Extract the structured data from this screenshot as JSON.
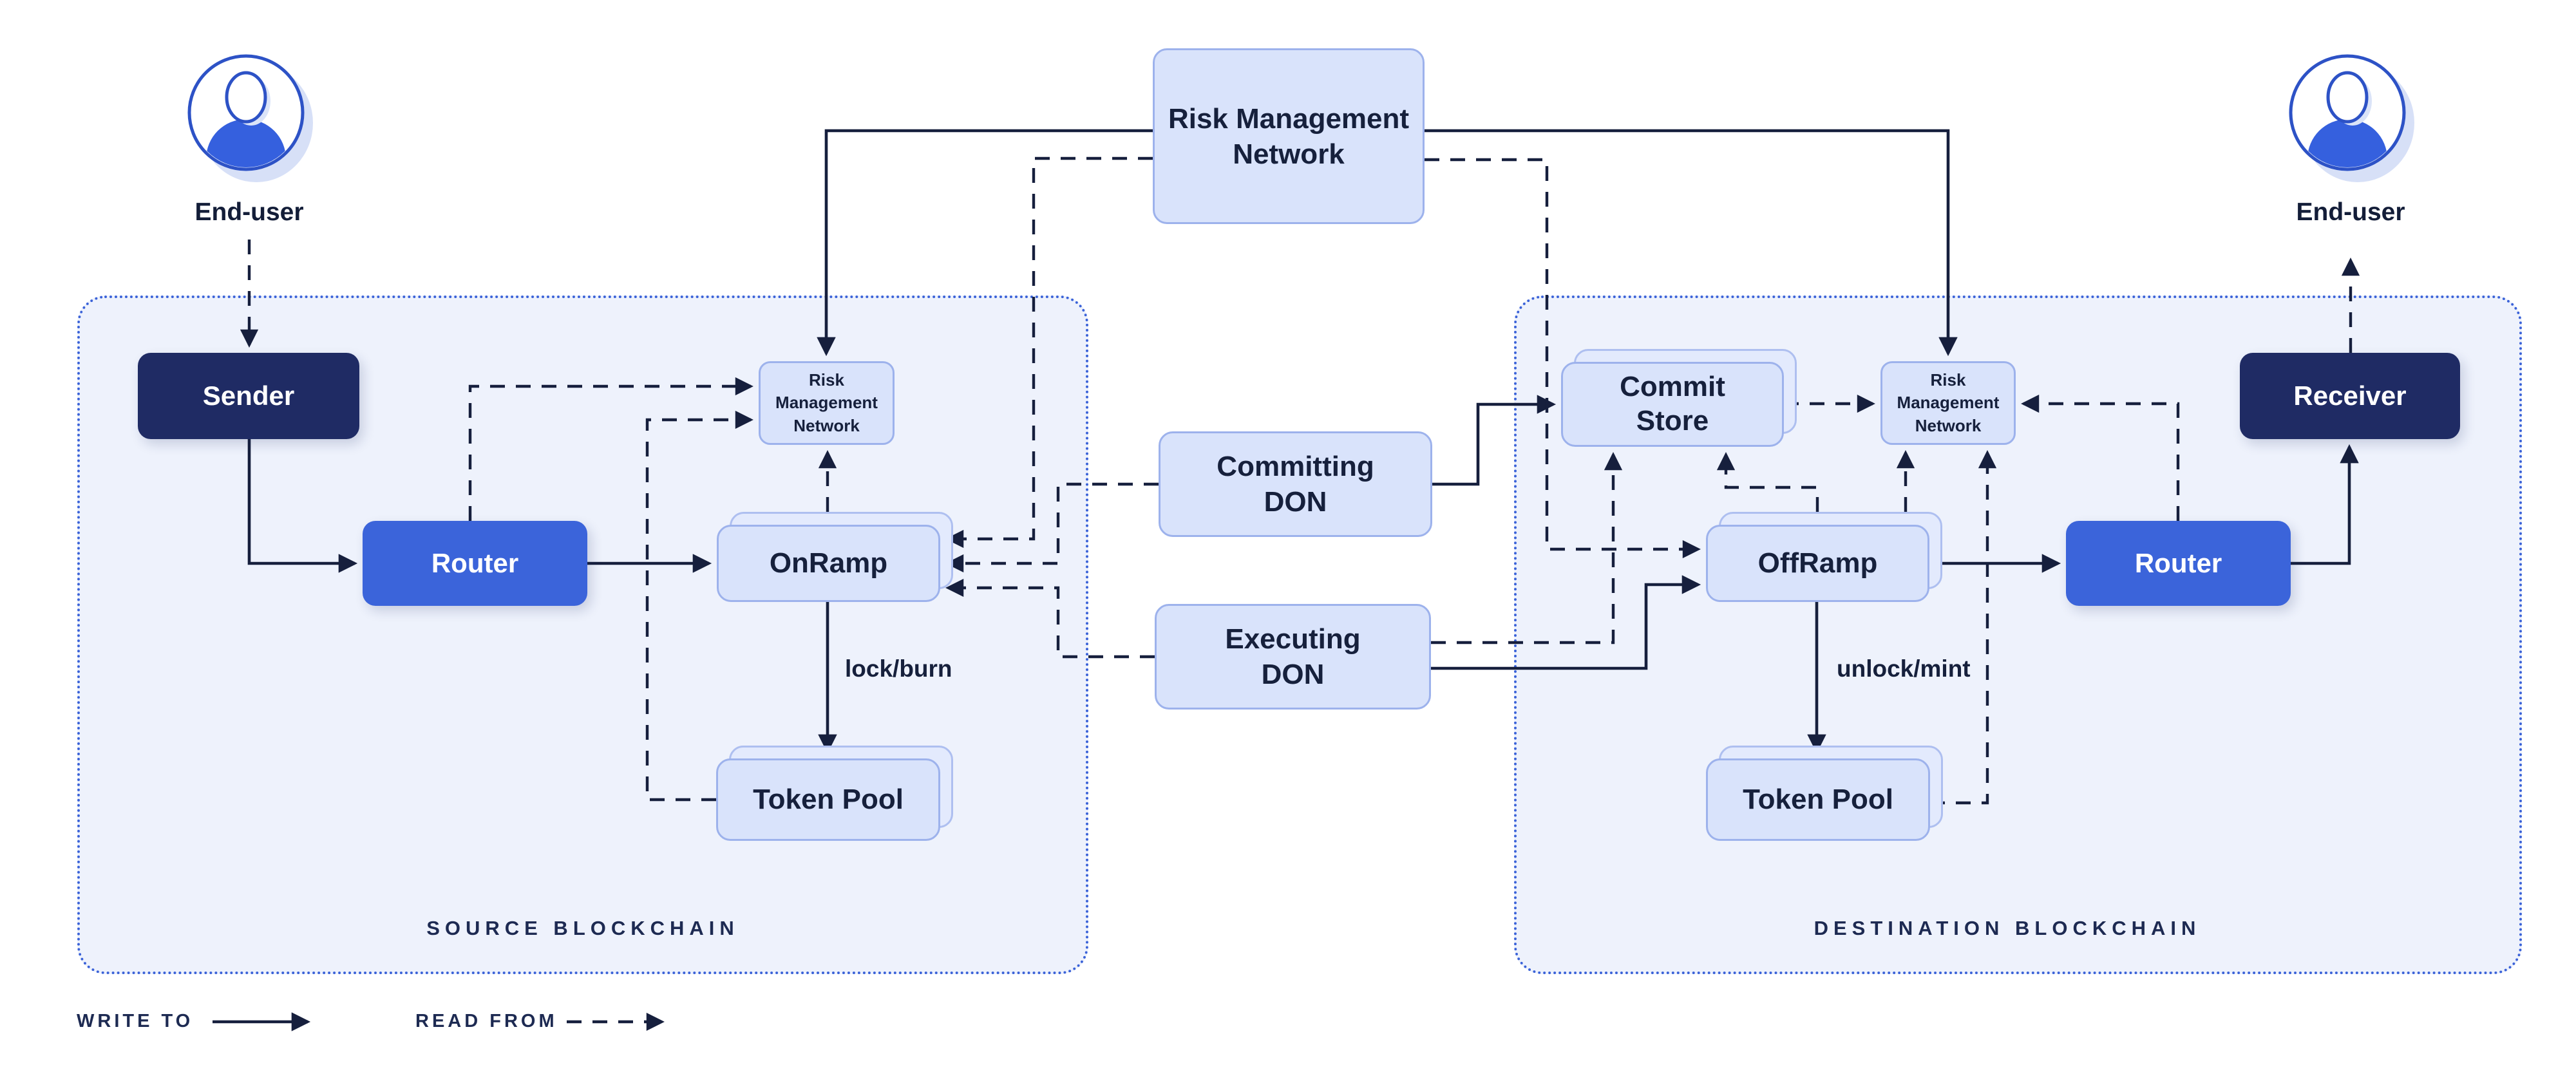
{
  "end_user_left": {
    "label": "End-user"
  },
  "end_user_right": {
    "label": "End-user"
  },
  "offchain": {
    "risk_management_network": "Risk Management\nNetwork",
    "committing_don": "Committing\nDON",
    "executing_don": "Executing\nDON"
  },
  "source_chain": {
    "section_label": "SOURCE BLOCKCHAIN",
    "sender": "Sender",
    "router": "Router",
    "onramp": "OnRamp",
    "risk_management_network": "Risk Management\nNetwork",
    "token_pool": "Token Pool",
    "lock_burn_label": "lock/burn"
  },
  "destination_chain": {
    "section_label": "DESTINATION BLOCKCHAIN",
    "commit_store": "Commit\nStore",
    "risk_management_network": "Risk Management\nNetwork",
    "offramp": "OffRamp",
    "router": "Router",
    "receiver": "Receiver",
    "token_pool": "Token Pool",
    "unlock_mint_label": "unlock/mint"
  },
  "legend": {
    "write_to": "WRITE TO",
    "read_from": "READ FROM"
  },
  "colors": {
    "background": "#ffffff",
    "container_fill": "#eef2fc",
    "container_border": "#3a62d8",
    "box_navy": "#1f2b64",
    "box_blue": "#3b64da",
    "box_light_fill": "#d9e3fb",
    "box_light_border": "#9db2ec",
    "line": "#161f3d",
    "icon_blue": "#3560de"
  }
}
